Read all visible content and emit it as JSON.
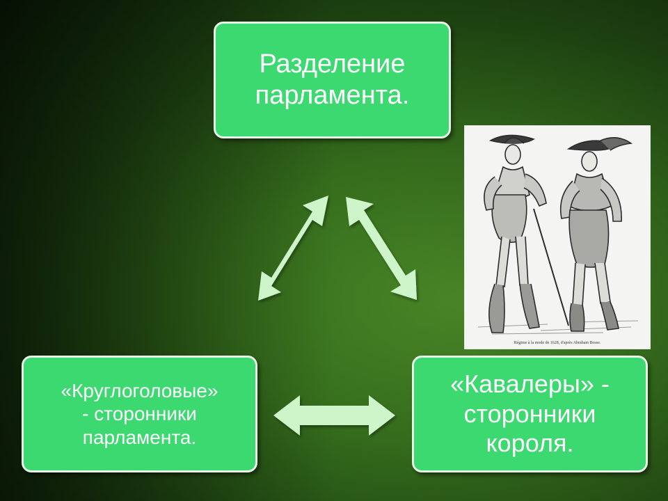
{
  "nodes": {
    "top": "Разделение\nпарламента.",
    "left": "«Круглоголовые»\n- сторонники\nпарламента.",
    "right": "«Кавалеры» -\nсторонники\nкороля."
  },
  "illustration": {
    "caption": "Régime à la mode de 1628, d'après Abraham Bosse."
  },
  "colors": {
    "box_fill": "#3bd970",
    "box_border": "#e8f5e8",
    "arrow_fill": "#cdf5c9"
  }
}
